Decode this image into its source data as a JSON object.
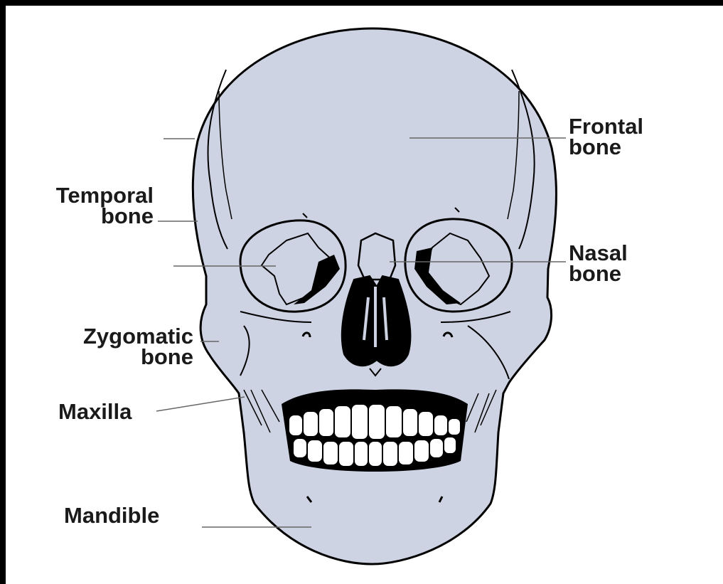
{
  "colors": {
    "frame": "#000000",
    "background": "#ffffff",
    "bone_fill": "#cdd3e3",
    "outline": "#000000",
    "leader_line": "#666666"
  },
  "labels": {
    "frontal": "Frontal\nbone",
    "temporal": "Temporal\nbone",
    "nasal": "Nasal\nbone",
    "zygomatic": "Zygomatic\nbone",
    "maxilla": "Maxilla",
    "mandible": "Mandible"
  }
}
